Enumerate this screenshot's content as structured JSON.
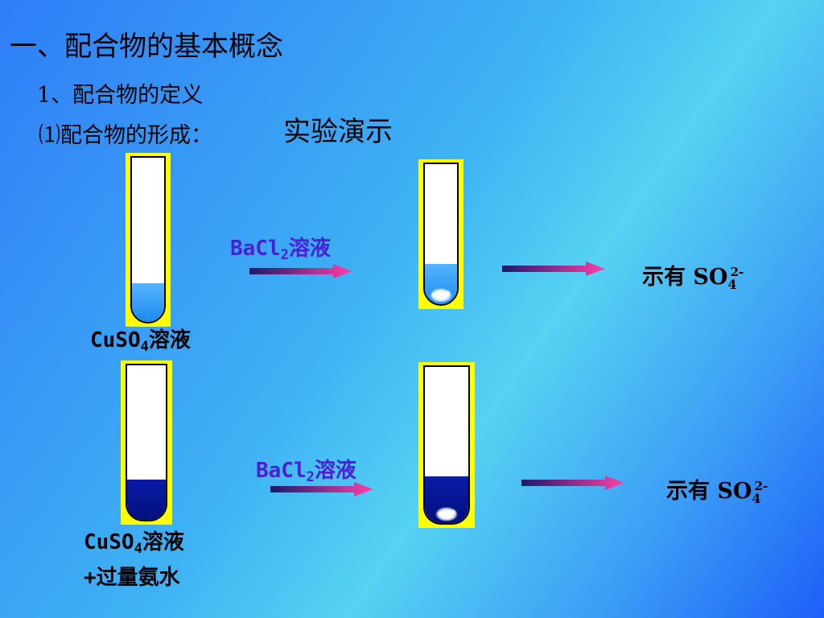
{
  "heading": {
    "title": "一、配合物的基本概念",
    "subtitle": "1、配合物的定义",
    "formation": "⑴配合物的形成：",
    "demo": "实验演示"
  },
  "row1": {
    "left_tube_label_main": "CuSO",
    "left_tube_label_sub": "4",
    "left_tube_label_suffix": "溶液",
    "reagent_main": "BaCl",
    "reagent_sub": "2",
    "reagent_suffix": "溶液",
    "result_prefix": "示有 SO",
    "result_sub": "4",
    "result_sup": "2-"
  },
  "row2": {
    "left_tube_label_main": "CuSO",
    "left_tube_label_sub": "4",
    "left_tube_label_suffix": "溶液",
    "left_tube_label_line2": "+过量氨水",
    "reagent_main": "BaCl",
    "reagent_sub": "2",
    "reagent_suffix": "溶液",
    "result_prefix": "示有 SO",
    "result_sub": "4",
    "result_sup": "2-"
  },
  "colors": {
    "tube_frame": "#ffff00",
    "light_blue_solution": "#1b8cf0",
    "dark_blue_solution": "#00107a",
    "reagent_text": "#4b1fd6",
    "arrow_start": "#1a1a6a",
    "arrow_end": "#ff3fa8"
  }
}
